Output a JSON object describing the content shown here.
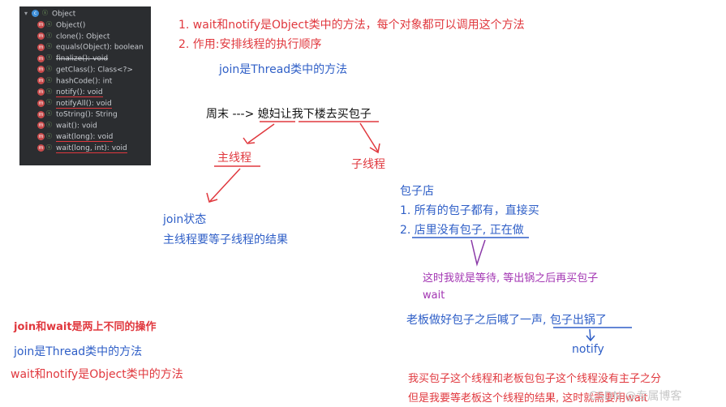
{
  "ide": {
    "root": "Object",
    "methods": [
      "Object()",
      "clone(): Object",
      "equals(Object): boolean",
      "finalize(): void",
      "getClass(): Class<?>",
      "hashCode(): int",
      "notify(): void",
      "notifyAll(): void",
      "toString(): String",
      "wait(): void",
      "wait(long): void",
      "wait(long, int): void"
    ]
  },
  "notes": {
    "point1": "1. wait和notify是Object类中的方法，每个对象都可以调用这个方法",
    "point2": "2. 作用:安排线程的执行顺序",
    "join_thread": "join是Thread类中的方法",
    "weekend": "周末 ---> 媳妇让我下楼去买包子",
    "main_thread": "主线程",
    "sub_thread": "子线程",
    "join_state": "join状态",
    "join_desc": "主线程要等子线程的结果",
    "shop_title": "包子店",
    "shop_1": "1. 所有的包子都有，直接买",
    "shop_2": "2. 店里没有包子, 正在做",
    "wait_desc": "这时我就是等待, 等出锅之后再买包子",
    "wait_word": "wait",
    "boss_call": "老板做好包子之后喊了一声,  包子出锅了",
    "notify_word": "notify",
    "bottom_red_1": "我买包子这个线程和老板包包子这个线程没有主子之分",
    "bottom_red_2": "但是我要等老板这个线程的结果, 这时就需要用wait",
    "summary_bold": "join和wait是两上不同的操作",
    "summary_join": "join是Thread类中的方法",
    "summary_wait": "wait和notify是Object类中的方法",
    "watermark": "CSDN @专属博客"
  }
}
